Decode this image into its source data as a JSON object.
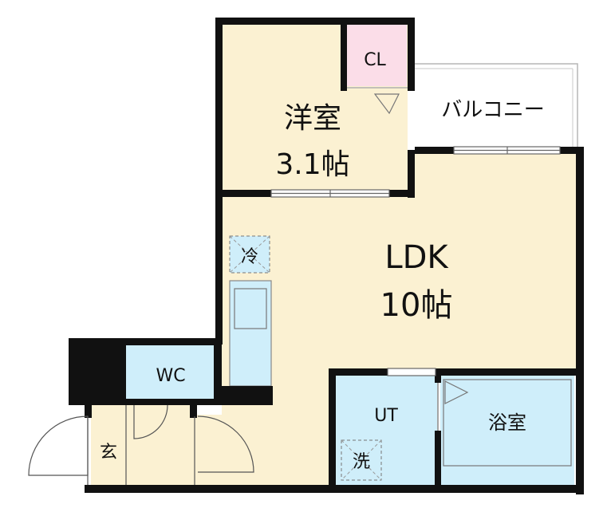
{
  "rooms": {
    "western": {
      "name": "洋室",
      "size": "3.1帖"
    },
    "closet": {
      "name": "CL"
    },
    "balcony": {
      "name": "バルコニー"
    },
    "ldk": {
      "name": "LDK",
      "size": "10帖"
    },
    "fridge": {
      "name": "冷"
    },
    "wc": {
      "name": "WC"
    },
    "ut": {
      "name": "UT"
    },
    "bath": {
      "name": "浴室"
    },
    "washer": {
      "name": "洗"
    },
    "entrance": {
      "name": "玄"
    }
  },
  "colors": {
    "room_fill": "#fbf1d2",
    "wet_fill": "#cfeefa",
    "closet_fill": "#fbdde8",
    "wall": "#111111",
    "balcony_fill": "#ffffff"
  }
}
